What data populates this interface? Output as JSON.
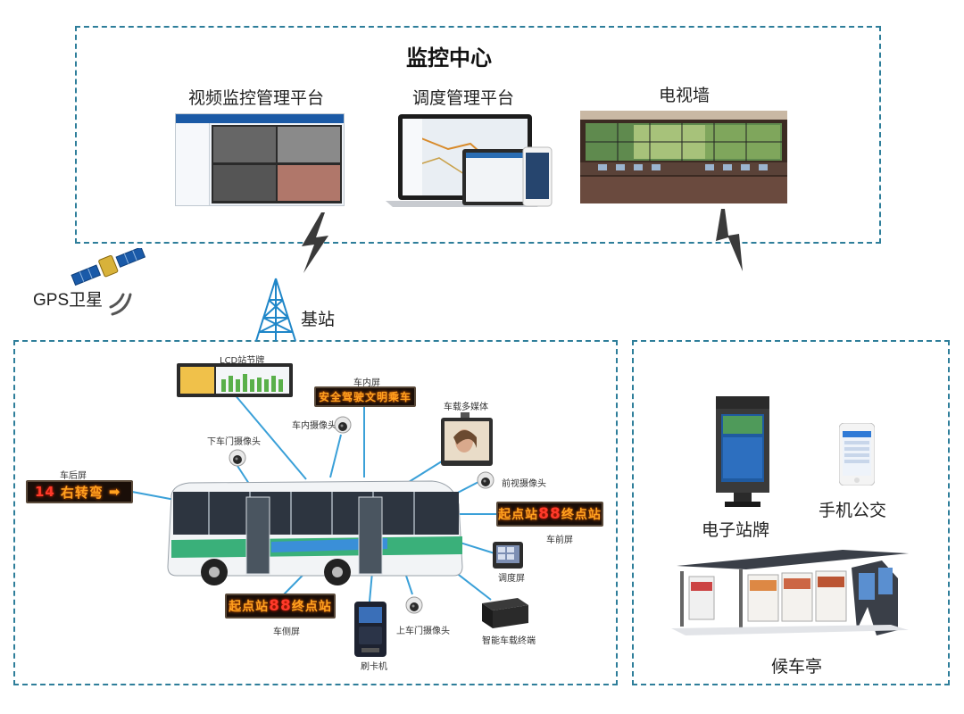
{
  "center": {
    "title": "监控中心",
    "video_platform": "视频监控管理平台",
    "dispatch_platform": "调度管理平台",
    "tv_wall": "电视墙"
  },
  "network": {
    "gps": "GPS卫星",
    "base_station": "基站"
  },
  "bus": {
    "lcd_board": "LCD站节牌",
    "interior_screen": "车内屏",
    "interior_text": "安全驾驶文明乘车",
    "interior_camera": "车内摄像头",
    "media": "车载多媒体",
    "rear_door_camera": "下车门摄像头",
    "front_camera": "前视摄像头",
    "rear_screen": "车后屏",
    "rear_text_num": "14",
    "rear_text": "右转弯",
    "rear_arrow": "➡",
    "front_screen": "车前屏",
    "front_text_a": "起点站",
    "front_text_num": "88",
    "front_text_b": "终点站",
    "dispatch_screen": "调度屏",
    "side_screen": "车侧屏",
    "side_text_a": "起点站",
    "side_text_num": "88",
    "side_text_b": "终点站",
    "front_door_camera": "上车门摄像头",
    "terminal": "智能车载终端",
    "card_reader": "刷卡机"
  },
  "station": {
    "e_board": "电子站牌",
    "mobile": "手机公交",
    "shelter": "候车亭"
  },
  "colors": {
    "dash": "#2e7e9a",
    "link_line": "#3aa0d8",
    "tower": "#1f86c8",
    "lightning": "#3a3a3a",
    "led_orange": "#ffa11f",
    "led_red": "#ff3a2a"
  }
}
